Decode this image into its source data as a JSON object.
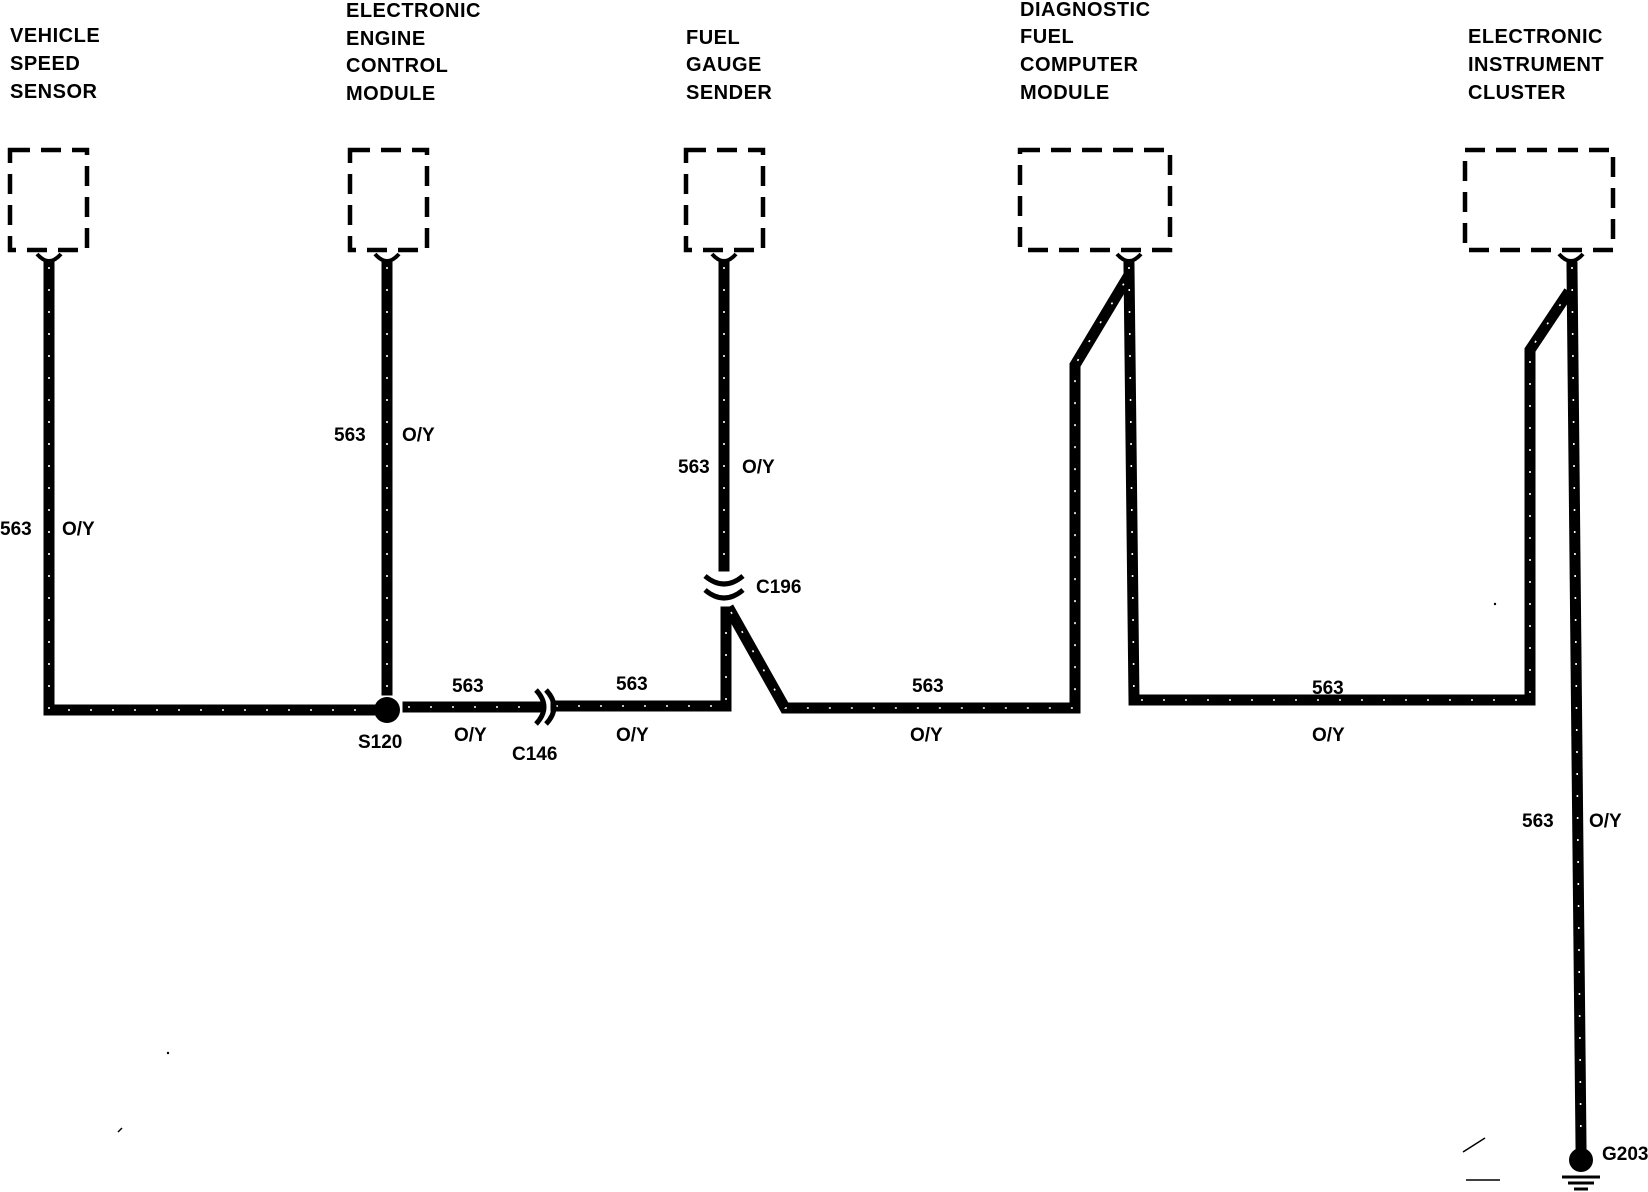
{
  "components": {
    "vss": {
      "lines": [
        "VEHICLE",
        "SPEED",
        "SENSOR"
      ]
    },
    "eec": {
      "lines": [
        "ELECTRONIC",
        "ENGINE",
        "CONTROL",
        "MODULE"
      ]
    },
    "fgs": {
      "lines": [
        "FUEL",
        "GAUGE",
        "SENDER"
      ]
    },
    "dfc": {
      "lines": [
        "DIAGNOSTIC",
        "FUEL",
        "COMPUTER",
        "MODULE"
      ]
    },
    "eic": {
      "lines": [
        "ELECTRONIC",
        "INSTRUMENT",
        "CLUSTER"
      ]
    }
  },
  "wires": {
    "vss_drop": {
      "circuit": "563",
      "color": "O/Y"
    },
    "eec_drop": {
      "circuit": "563",
      "color": "O/Y"
    },
    "fgs_drop": {
      "circuit": "563",
      "color": "O/Y"
    },
    "s120_c146": {
      "circuit": "563",
      "color": "O/Y"
    },
    "c146_c196": {
      "circuit": "563",
      "color": "O/Y"
    },
    "c196_dfc": {
      "circuit": "563",
      "color": "O/Y"
    },
    "dfc_eic": {
      "circuit": "563",
      "color": "O/Y"
    },
    "eic_ground": {
      "circuit": "563",
      "color": "O/Y"
    }
  },
  "connectors": {
    "splice": "S120",
    "inline_1": "C146",
    "inline_2": "C196",
    "ground": "G203"
  },
  "colors": {
    "wire": "#000000",
    "stripe": "#ffffff",
    "background": "#ffffff"
  }
}
